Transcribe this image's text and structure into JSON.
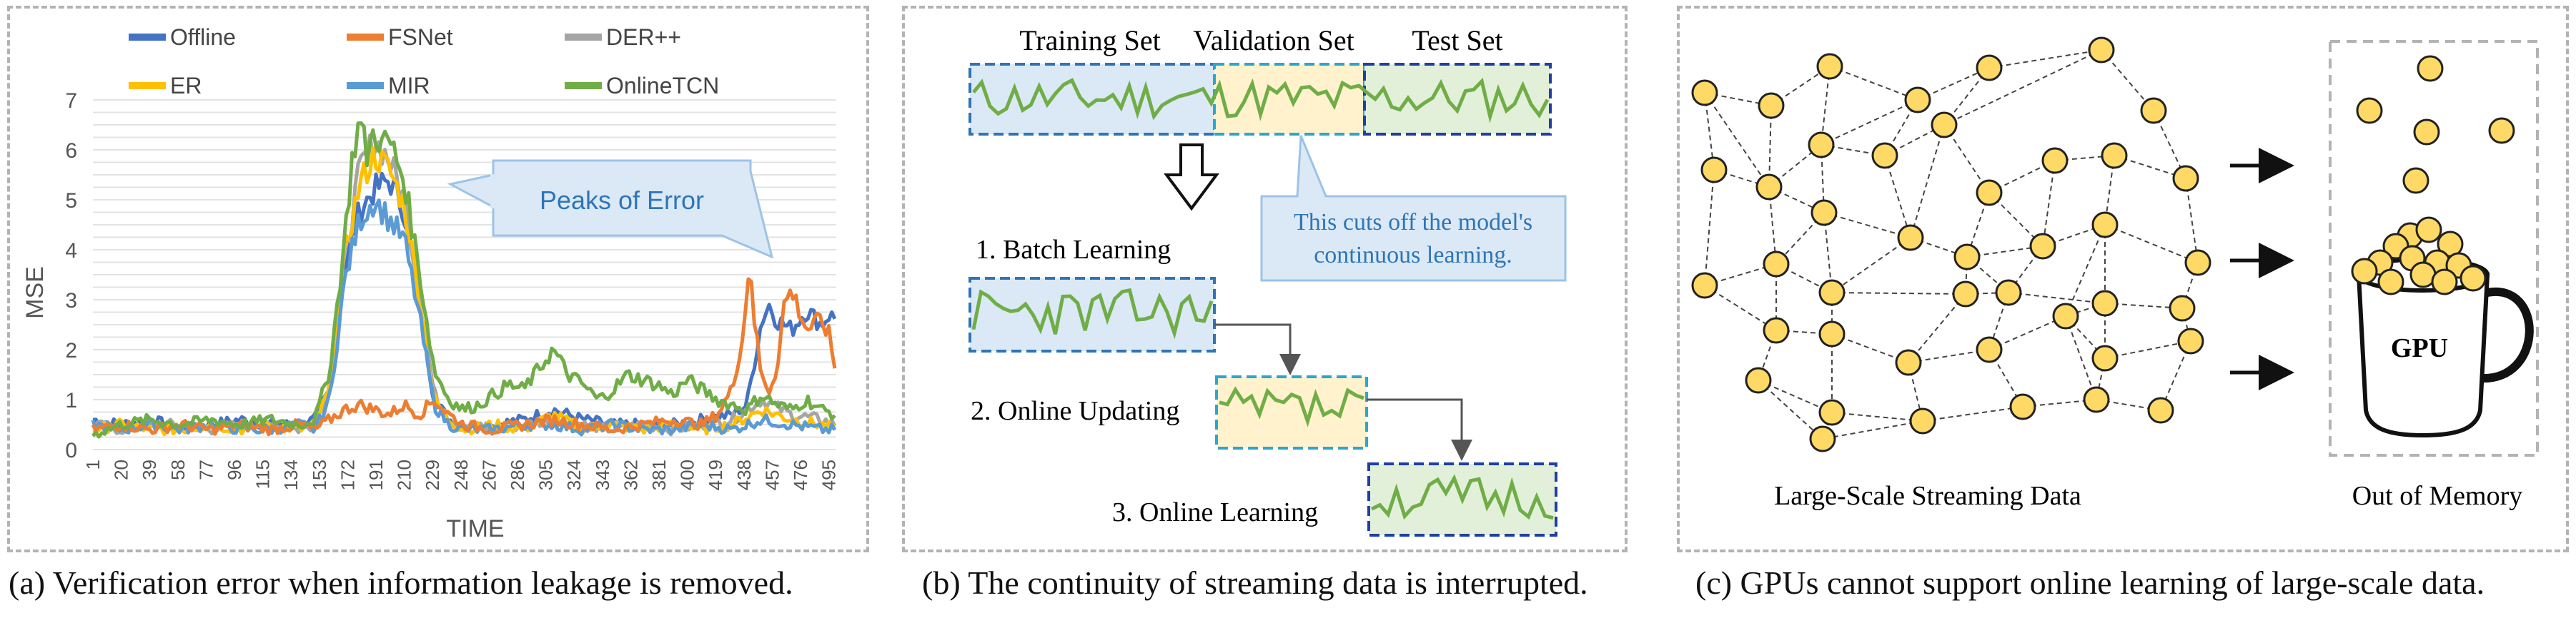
{
  "panel_a": {
    "caption": "(a) Verification error when information leakage is removed.",
    "callout": "Peaks of Error"
  },
  "panel_b": {
    "caption": "(b) The continuity of streaming data is interrupted.",
    "headers": [
      "Training Set",
      "Validation Set",
      "Test Set"
    ],
    "step1": "1. Batch Learning",
    "step2": "2. Online Updating",
    "step3": "3. Online Learning",
    "callout_line1": "This cuts off the model's",
    "callout_line2": "continuous learning."
  },
  "panel_c": {
    "caption": "(c) GPUs cannot support online learning of large-scale data.",
    "left_label": "Large-Scale Streaming Data",
    "right_label": "Out of Memory",
    "gpu_label": "GPU"
  },
  "colors": {
    "offline": "#4472c4",
    "fsnet": "#ed7d31",
    "derpp": "#a5a5a5",
    "er": "#ffc000",
    "mir": "#5b9bd5",
    "onlinetcn": "#70ad47",
    "node_fill": "#ffd966",
    "train_fill": "#dbe9f6",
    "val_fill": "#fff2cc",
    "test_fill": "#e2f0d9"
  },
  "chart_data": {
    "type": "line",
    "xlabel": "TIME",
    "ylabel": "MSE",
    "ylim": [
      0,
      7
    ],
    "yticks": [
      "0",
      "1",
      "2",
      "3",
      "4",
      "5",
      "6",
      "7"
    ],
    "xticks": [
      "1",
      "20",
      "39",
      "58",
      "77",
      "96",
      "115",
      "134",
      "153",
      "172",
      "191",
      "210",
      "229",
      "248",
      "267",
      "286",
      "305",
      "324",
      "343",
      "362",
      "381",
      "400",
      "419",
      "438",
      "457",
      "476",
      "495"
    ],
    "x_range": [
      1,
      500
    ],
    "legend": [
      "Offline",
      "FSNet",
      "DER++",
      "ER",
      "MIR",
      "OnlineTCN"
    ],
    "series": [
      {
        "name": "Offline",
        "color": "#4472c4",
        "x": [
          1,
          20,
          40,
          60,
          80,
          100,
          120,
          140,
          150,
          160,
          170,
          180,
          190,
          200,
          210,
          220,
          230,
          240,
          250,
          270,
          290,
          310,
          330,
          350,
          370,
          390,
          410,
          430,
          440,
          450,
          455,
          460,
          470,
          480,
          490,
          495,
          500
        ],
        "values": [
          0.6,
          0.5,
          0.6,
          0.4,
          0.5,
          0.6,
          0.5,
          0.5,
          0.6,
          1.2,
          3.6,
          4.8,
          5.2,
          5.4,
          4.8,
          3.0,
          1.0,
          0.6,
          0.5,
          0.5,
          0.6,
          0.8,
          0.6,
          0.5,
          0.5,
          0.5,
          0.6,
          0.7,
          0.9,
          2.6,
          2.9,
          2.6,
          2.4,
          2.8,
          2.5,
          2.7,
          2.6
        ]
      },
      {
        "name": "FSNet",
        "color": "#ed7d31",
        "x": [
          1,
          20,
          40,
          60,
          80,
          100,
          120,
          140,
          150,
          160,
          170,
          180,
          190,
          200,
          210,
          220,
          230,
          240,
          250,
          270,
          290,
          310,
          330,
          350,
          370,
          390,
          410,
          420,
          430,
          438,
          442,
          445,
          450,
          455,
          460,
          465,
          470,
          475,
          480,
          490,
          495,
          500
        ],
        "values": [
          0.4,
          0.5,
          0.4,
          0.5,
          0.4,
          0.5,
          0.4,
          0.5,
          0.4,
          0.6,
          0.8,
          0.9,
          0.8,
          0.7,
          0.9,
          0.7,
          1.0,
          0.7,
          0.5,
          0.4,
          0.5,
          0.6,
          0.5,
          0.4,
          0.5,
          0.6,
          0.5,
          0.7,
          1.2,
          2.4,
          3.9,
          2.6,
          1.4,
          1.2,
          1.6,
          2.9,
          3.2,
          2.8,
          2.4,
          2.6,
          2.3,
          1.5
        ]
      },
      {
        "name": "DER++",
        "color": "#a5a5a5",
        "x": [
          1,
          20,
          40,
          60,
          80,
          100,
          120,
          140,
          150,
          160,
          170,
          180,
          190,
          200,
          210,
          220,
          230,
          240,
          250,
          270,
          290,
          310,
          330,
          350,
          370,
          390,
          410,
          430,
          450,
          470,
          490,
          500
        ],
        "values": [
          0.5,
          0.4,
          0.5,
          0.5,
          0.4,
          0.5,
          0.5,
          0.4,
          0.5,
          1.3,
          3.8,
          5.6,
          6.2,
          5.8,
          5.0,
          3.2,
          1.1,
          0.6,
          0.5,
          0.4,
          0.5,
          0.6,
          0.5,
          0.4,
          0.5,
          0.4,
          0.5,
          0.6,
          1.0,
          0.7,
          0.6,
          0.5
        ]
      },
      {
        "name": "ER",
        "color": "#ffc000",
        "x": [
          1,
          20,
          40,
          60,
          80,
          100,
          120,
          140,
          150,
          160,
          170,
          180,
          190,
          200,
          210,
          220,
          230,
          240,
          250,
          270,
          290,
          310,
          330,
          350,
          370,
          390,
          410,
          430,
          450,
          470,
          490,
          500
        ],
        "values": [
          0.4,
          0.5,
          0.4,
          0.4,
          0.5,
          0.4,
          0.5,
          0.4,
          0.5,
          1.2,
          3.9,
          5.3,
          5.9,
          5.6,
          4.9,
          3.1,
          1.0,
          0.6,
          0.4,
          0.5,
          0.4,
          0.7,
          0.4,
          0.5,
          0.4,
          0.5,
          0.4,
          0.5,
          0.8,
          0.6,
          0.5,
          0.4
        ]
      },
      {
        "name": "MIR",
        "color": "#5b9bd5",
        "x": [
          1,
          20,
          40,
          60,
          80,
          100,
          120,
          140,
          150,
          160,
          170,
          180,
          190,
          200,
          210,
          220,
          230,
          240,
          250,
          270,
          290,
          310,
          330,
          350,
          370,
          390,
          410,
          430,
          450,
          470,
          490,
          500
        ],
        "values": [
          0.5,
          0.4,
          0.5,
          0.4,
          0.5,
          0.4,
          0.4,
          0.5,
          0.4,
          1.0,
          3.4,
          4.6,
          5.0,
          4.6,
          4.2,
          2.7,
          0.9,
          0.5,
          0.4,
          0.4,
          0.5,
          0.5,
          0.4,
          0.5,
          0.4,
          0.4,
          0.5,
          0.4,
          0.6,
          0.5,
          0.4,
          0.4
        ]
      },
      {
        "name": "OnlineTCN",
        "color": "#70ad47",
        "x": [
          1,
          20,
          40,
          60,
          80,
          100,
          120,
          140,
          150,
          160,
          170,
          175,
          180,
          185,
          190,
          195,
          200,
          210,
          220,
          230,
          240,
          250,
          260,
          270,
          280,
          290,
          300,
          310,
          320,
          330,
          340,
          350,
          360,
          370,
          380,
          390,
          400,
          410,
          420,
          430,
          440,
          450,
          460,
          470,
          480,
          490,
          500
        ],
        "values": [
          0.3,
          0.5,
          0.6,
          0.5,
          0.6,
          0.5,
          0.6,
          0.5,
          0.6,
          1.6,
          4.2,
          5.8,
          6.6,
          5.9,
          6.4,
          6.1,
          6.2,
          5.4,
          3.6,
          1.6,
          1.0,
          0.8,
          0.9,
          1.1,
          1.3,
          1.2,
          1.6,
          2.0,
          1.5,
          1.3,
          1.0,
          1.2,
          1.5,
          1.4,
          1.3,
          1.1,
          1.4,
          1.2,
          1.0,
          0.9,
          0.8,
          1.1,
          0.9,
          0.8,
          1.0,
          0.8,
          0.7
        ]
      }
    ]
  }
}
